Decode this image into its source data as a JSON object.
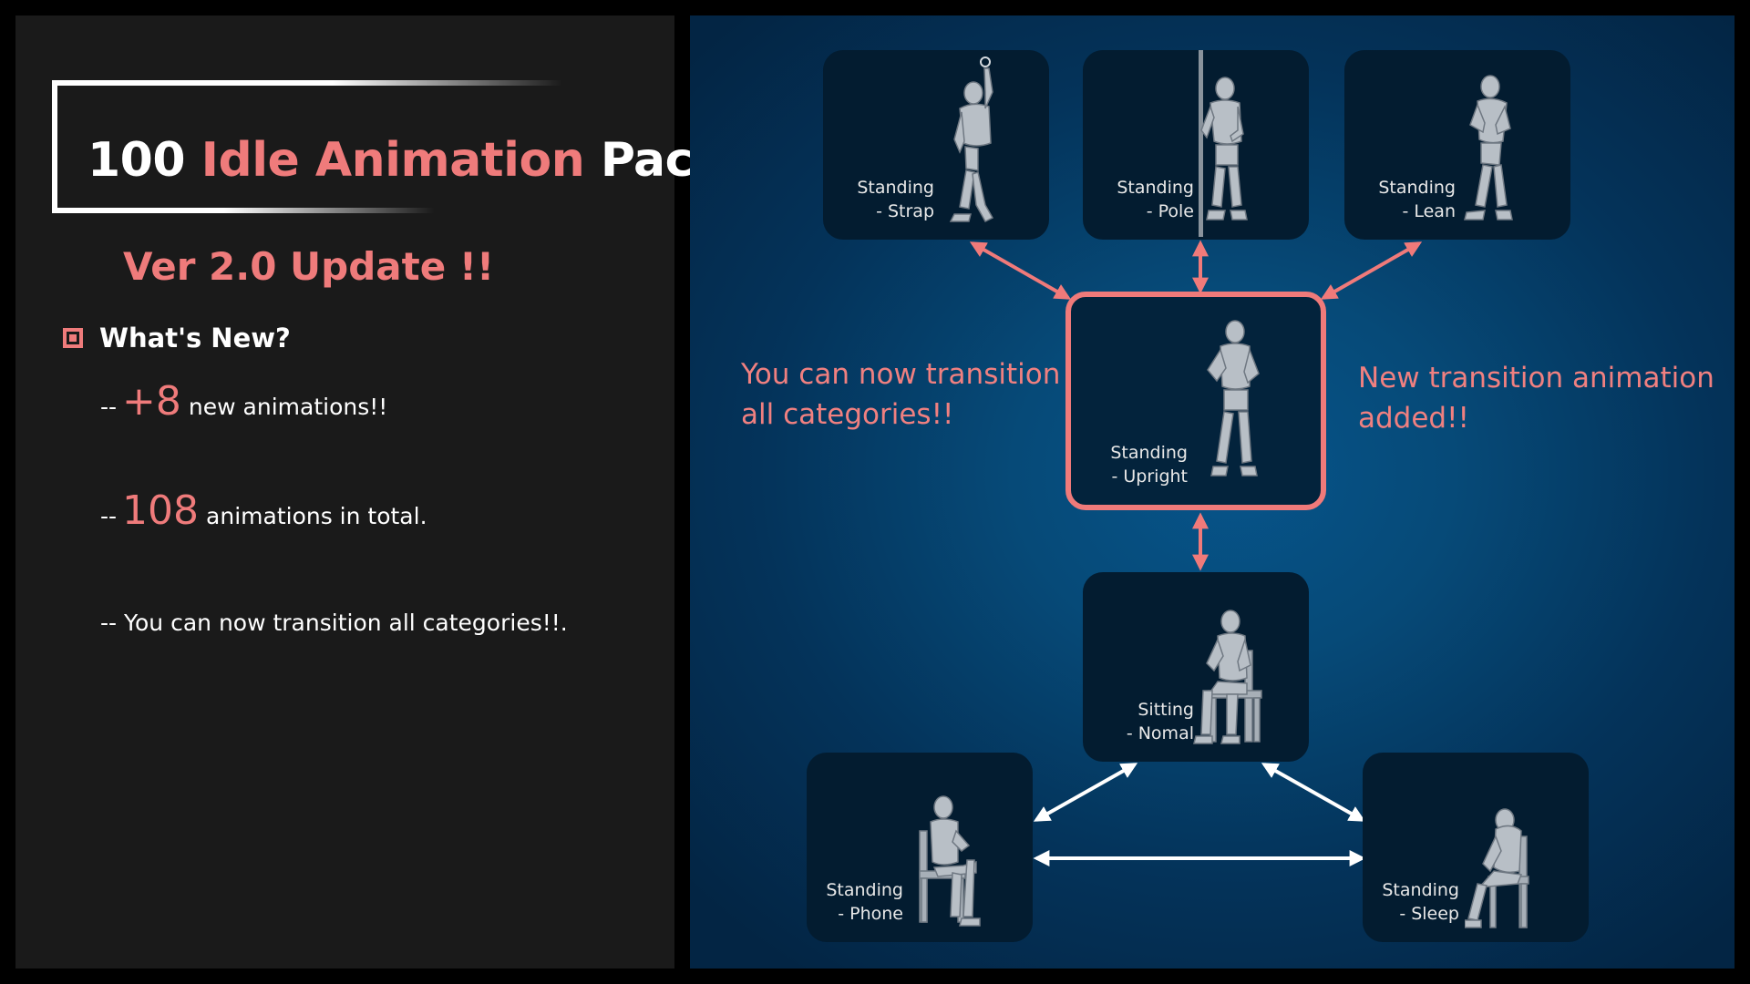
{
  "title": {
    "number": "100",
    "accent": "Idle Animation",
    "tail": "Pack"
  },
  "subtitle": "Ver 2.0 Update !!",
  "whats_new": {
    "heading": "What's New?",
    "items": [
      {
        "prefix": "--",
        "highlight": "+8",
        "text": "new animations!!"
      },
      {
        "prefix": "--",
        "highlight": "108",
        "text": "animations in total."
      },
      {
        "prefix": "--",
        "highlight": "",
        "text": "You can now transition all categories!!."
      }
    ]
  },
  "diagram": {
    "cards": [
      {
        "id": "strap",
        "line1": "Standing",
        "line2": "- Strap",
        "pose": "standing-strap"
      },
      {
        "id": "pole",
        "line1": "Standing",
        "line2": "- Pole",
        "pose": "standing-pole"
      },
      {
        "id": "lean",
        "line1": "Standing",
        "line2": "- Lean",
        "pose": "standing-lean"
      },
      {
        "id": "upright",
        "line1": "Standing",
        "line2": "- Upright",
        "pose": "standing-upright"
      },
      {
        "id": "sitting",
        "line1": "Sitting",
        "line2": "- Nomal",
        "pose": "sitting"
      },
      {
        "id": "phone",
        "line1": "Standing",
        "line2": "- Phone",
        "pose": "sitting-phone"
      },
      {
        "id": "sleep",
        "line1": "Standing",
        "line2": "- Sleep",
        "pose": "sitting-sleep"
      }
    ],
    "note_left": {
      "line1": "You can now transition",
      "line2": "all categories!!"
    },
    "note_right": {
      "line1": "New transition animation",
      "line2": "added!!"
    },
    "colors": {
      "accent": "#f07a7a",
      "white_arrow": "#ffffff",
      "card_bg": "#031c30"
    }
  }
}
